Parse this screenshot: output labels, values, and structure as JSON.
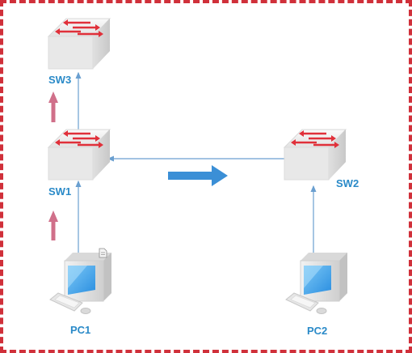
{
  "nodes": {
    "sw3": {
      "label": "SW3",
      "type": "switch"
    },
    "sw1": {
      "label": "SW1",
      "type": "switch"
    },
    "sw2": {
      "label": "SW2",
      "type": "switch"
    },
    "pc1": {
      "label": "PC1",
      "type": "pc"
    },
    "pc2": {
      "label": "PC2",
      "type": "pc"
    }
  },
  "links": [
    {
      "from": "pc1",
      "to": "sw1"
    },
    {
      "from": "sw1",
      "to": "sw3"
    },
    {
      "from": "sw2",
      "to": "sw1"
    },
    {
      "from": "pc2",
      "to": "sw2"
    }
  ],
  "colors": {
    "frame": "#d0303a",
    "label": "#2a8ac8",
    "link": "#6a9fd0",
    "flow_arrow_up": "#d0708a",
    "flow_arrow_right": "#3b8fd6",
    "switch_body": "#e6e6e6",
    "switch_arrows": "#e0303a",
    "pc_screen": "#3aa2e8"
  },
  "icons": {
    "switch": "switch-icon",
    "pc": "computer-icon",
    "note": "document-icon",
    "flow_up": "arrow-up-icon",
    "flow_right": "arrow-right-icon"
  }
}
